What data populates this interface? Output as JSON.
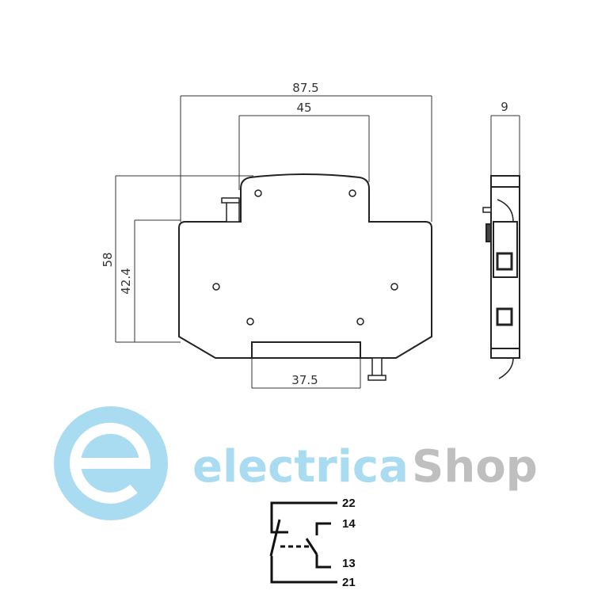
{
  "dimensions": {
    "overall_width": "87.5",
    "top_width": "45",
    "overall_height": "58",
    "body_height": "42.4",
    "rail_width": "37.5",
    "side_width": "9"
  },
  "terminals": [
    "22",
    "14",
    "13",
    "21"
  ],
  "watermark": {
    "part1": "electrica",
    "part2": "Shop",
    "color1": "#a9dcf0",
    "color2": "#bfbfbf"
  }
}
